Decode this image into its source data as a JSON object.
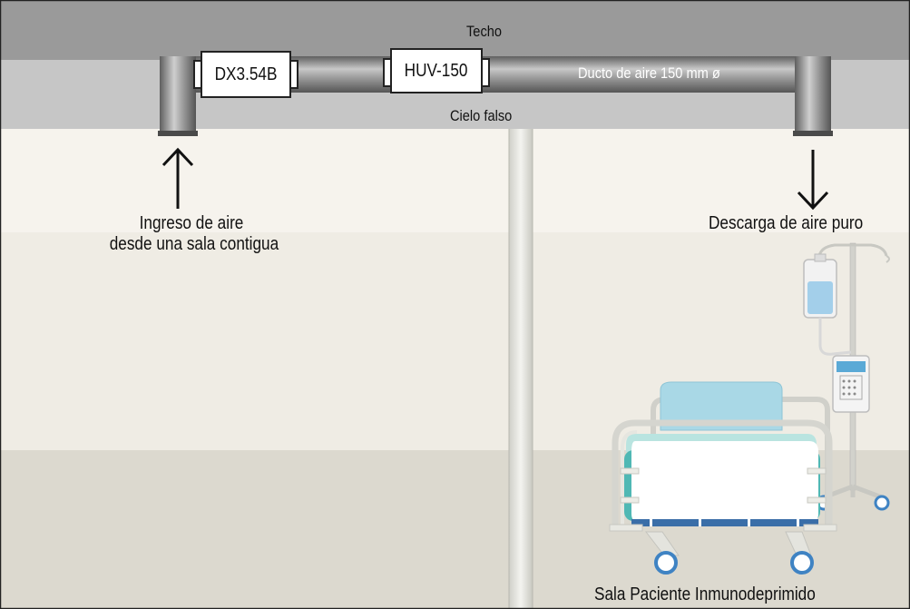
{
  "labels": {
    "roof": "Techo",
    "false_ceiling": "Cielo falso",
    "duct": "Ducto de aire 150 mm ø",
    "unit1": "DX3.54B",
    "unit2": "HUV-150",
    "intake_line1": "Ingreso de aire",
    "intake_line2": "desde una sala contigua",
    "discharge": "Descarga de aire puro",
    "room": "Sala Paciente Inmunodeprimido"
  },
  "colors": {
    "roof": "#9a9a9a",
    "ceiling": "#c6c6c6",
    "wall_upper": "#f6f3ed",
    "wall_mid": "#efece4",
    "floor": "#dcd9cf",
    "duct": "#8e8e8e",
    "mattress": "#4fb8b4",
    "pillow": "#a9d8e6",
    "iv_fluid": "#a3cfea"
  }
}
